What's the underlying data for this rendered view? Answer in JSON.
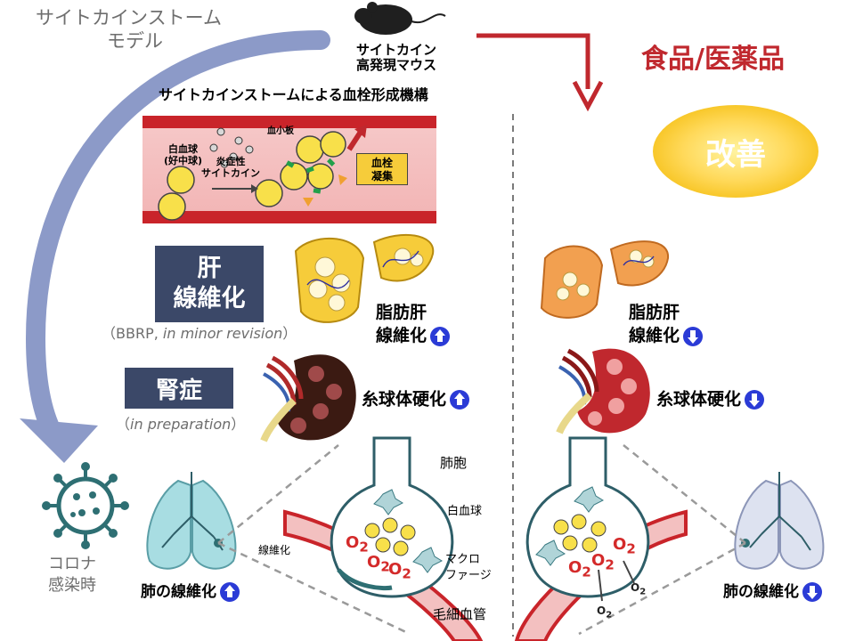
{
  "model": {
    "title_line1": "サイトカインストーム",
    "title_line2": "モデル"
  },
  "mouse": {
    "label_line1": "サイトカイン",
    "label_line2": "高発現マウス"
  },
  "product_label": "食品/医薬品",
  "improvement_label": "改善",
  "thrombus": {
    "title": "サイトカインストームによる血栓形成機構",
    "wbc_line1": "白血球",
    "wbc_line2": "(好中球)",
    "cytokine_line1": "炎症性",
    "cytokine_line2": "サイトカイン",
    "platelet": "血小板",
    "clot_line1": "血栓",
    "clot_line2": "凝集"
  },
  "liver": {
    "box_line1": "肝",
    "box_line2": "線維化",
    "citation": "（BBRP, ",
    "citation_italic": "in minor revision",
    "citation_end": "）",
    "left_label_line1": "脂肪肝",
    "left_label_line2": "線維化",
    "right_label_line1": "脂肪肝",
    "right_label_line2": "線維化"
  },
  "kidney": {
    "box": "腎症",
    "citation_start": "（",
    "citation_italic": "in preparation",
    "citation_end": "）",
    "left_label": "糸球体硬化",
    "right_label": "糸球体硬化"
  },
  "lung": {
    "covid_line1": "コロナ",
    "covid_line2": "感染時",
    "left_label": "肺の線維化",
    "right_label": "肺の線維化",
    "alveolus": "肺胞",
    "wbc": "白血球",
    "macrophage_line1": "マクロ",
    "macrophage_line2": "ファージ",
    "capillary": "毛細血管",
    "fibrosis": "線維化",
    "o2": "O",
    "o2_sub": "2"
  },
  "colors": {
    "curve_arrow": "#8c9ac8",
    "red_arrow": "#c0282e",
    "navy": "#3b4868",
    "blue_badge": "#2b3bd6",
    "o2_red": "#d42a2a"
  }
}
